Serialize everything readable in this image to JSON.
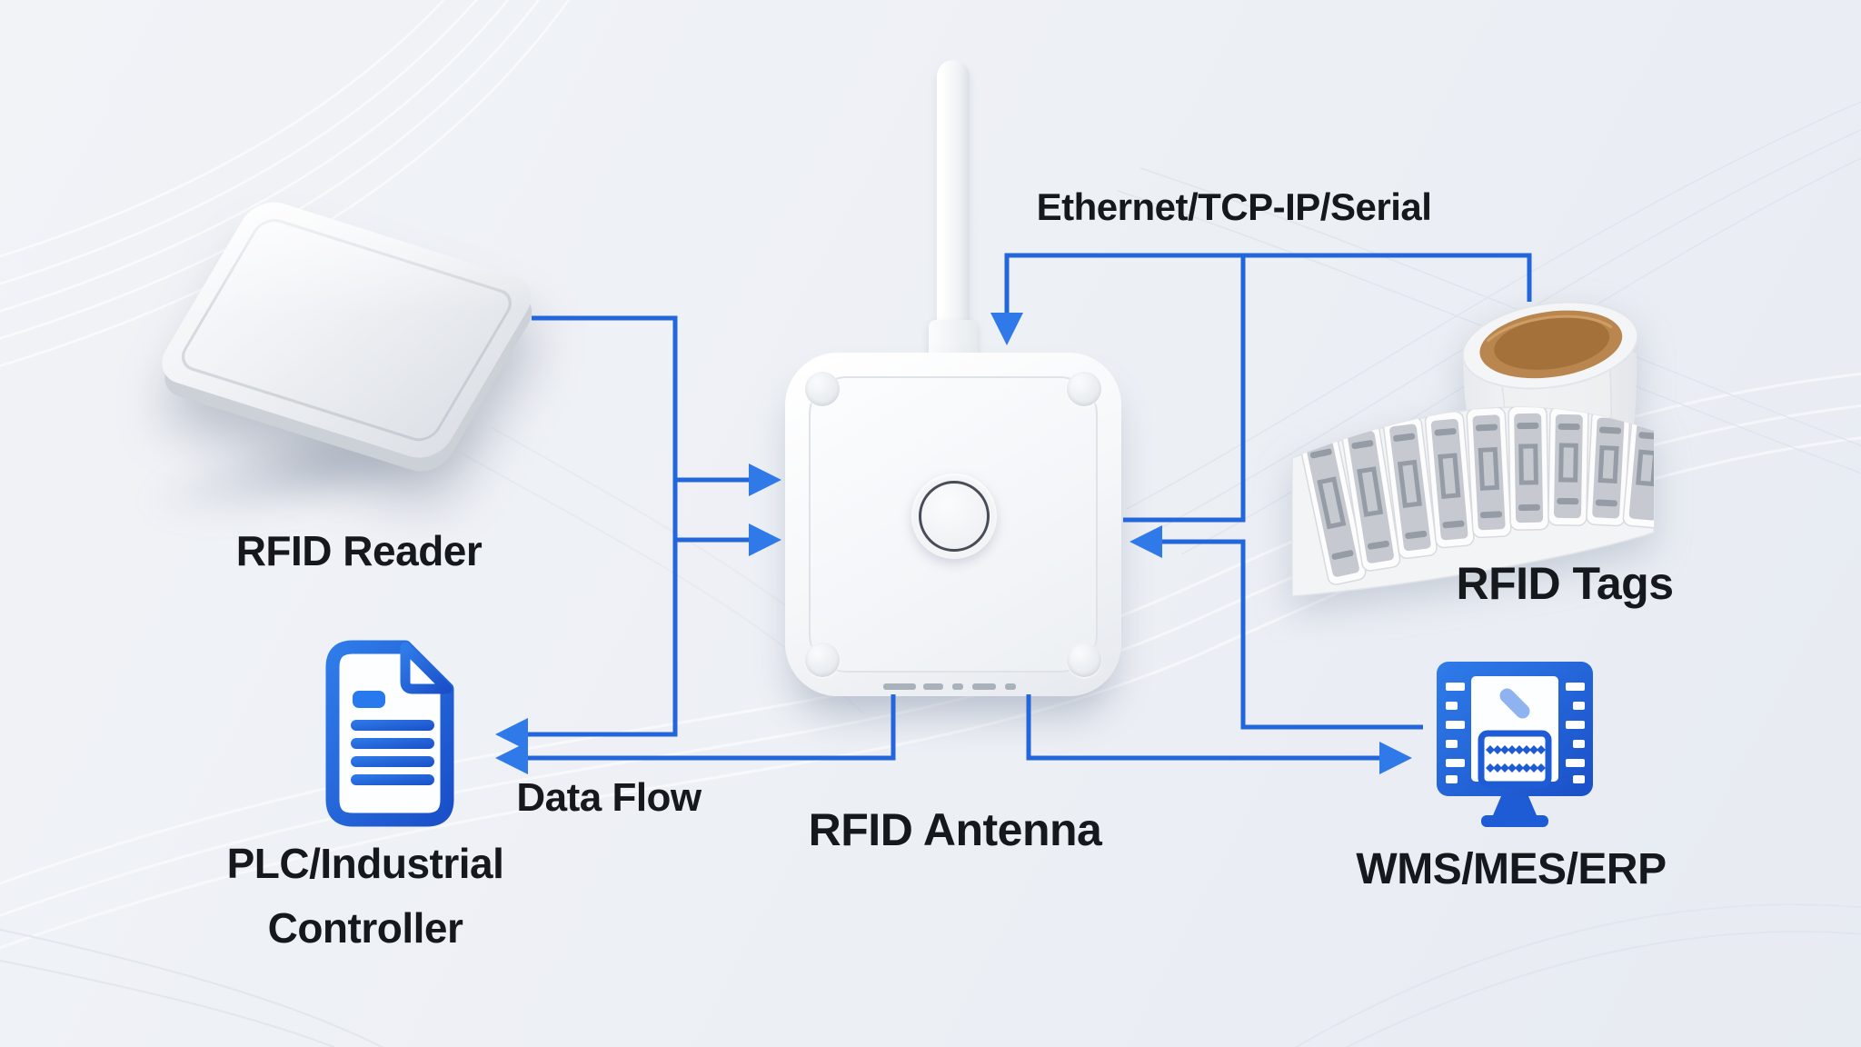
{
  "colors": {
    "background": "#edf0f5",
    "connector_blue": "#2366dc",
    "arrowhead_blue": "#2f7ae8",
    "icon_blue": "#1e5cd6",
    "icon_blue_light": "#2f7ce9",
    "pen_light_blue": "#8fb3f1",
    "label_text": "#15181c",
    "roll_core_brown": "#b8864e",
    "device_white": "#f5f7f9"
  },
  "nodes": {
    "reader": {
      "label": "RFID Reader",
      "icon": "rfid-reader-photo"
    },
    "antenna": {
      "label": "RFID Antenna",
      "icon": "rfid-antenna-photo"
    },
    "tags": {
      "label": "RFID Tags",
      "icon": "rfid-tag-roll-photo"
    },
    "plc": {
      "label_line1": "PLC/Industrial",
      "label_line2": "Controller",
      "icon": "document-icon"
    },
    "wms": {
      "label": "WMS/MES/ERP",
      "icon": "computer-monitor-icon"
    }
  },
  "annotations": {
    "ethernet": {
      "label": "Ethernet/TCP-IP/Serial"
    },
    "data_flow": {
      "label": "Data Flow"
    }
  }
}
